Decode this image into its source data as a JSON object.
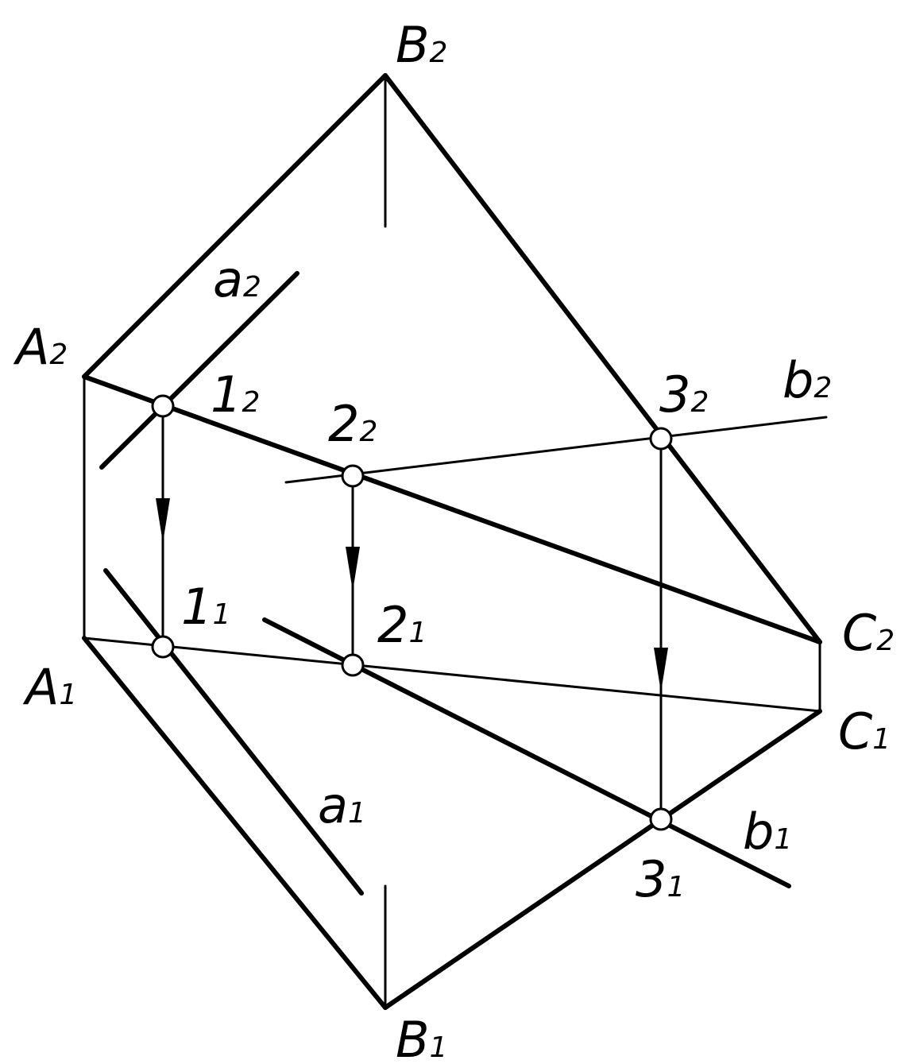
{
  "labels": {
    "B2": {
      "main": "B",
      "sub": "2"
    },
    "A2": {
      "main": "A",
      "sub": "2"
    },
    "a2": {
      "main": "a",
      "sub": "2"
    },
    "p1_2": {
      "main": "1",
      "sub": "2"
    },
    "p2_2": {
      "main": "2",
      "sub": "2"
    },
    "p3_2": {
      "main": "3",
      "sub": "2"
    },
    "b2": {
      "main": "b",
      "sub": "2"
    },
    "C2": {
      "main": "C",
      "sub": "2"
    },
    "p1_1": {
      "main": "1",
      "sub": "1"
    },
    "p2_1": {
      "main": "2",
      "sub": "1"
    },
    "A1": {
      "main": "A",
      "sub": "1"
    },
    "C1": {
      "main": "C",
      "sub": "1"
    },
    "a1": {
      "main": "a",
      "sub": "1"
    },
    "b1": {
      "main": "b",
      "sub": "1"
    },
    "p3_1": {
      "main": "3",
      "sub": "1"
    },
    "B1": {
      "main": "B",
      "sub": "1"
    }
  }
}
